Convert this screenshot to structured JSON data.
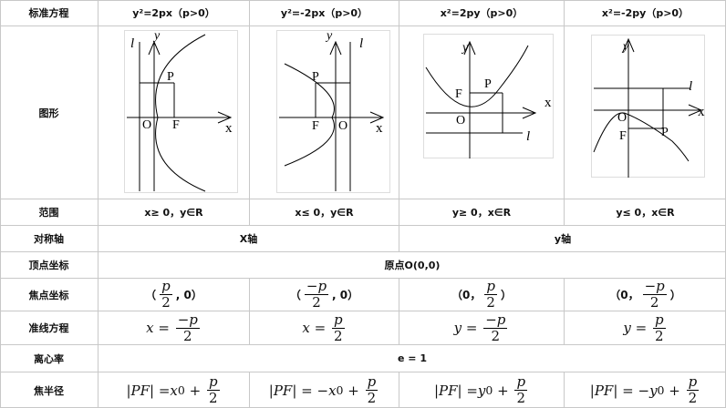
{
  "headers": {
    "c0": "标准方程",
    "c1": "y²=2px（p>0）",
    "c2": "y²=-2px（p>0）",
    "c3": "x²=2py（p>0）",
    "c4": "x²=-2py（p>0）"
  },
  "row_labels": {
    "figure": "图形",
    "range": "范围",
    "axis": "对称轴",
    "vertex": "顶点坐标",
    "focus": "焦点坐标",
    "directrix": "准线方程",
    "ecc": "离心率",
    "radius": "焦半径"
  },
  "range": [
    "x≥ 0，y∈R",
    "x≤ 0，y∈R",
    "y≥ 0，x∈R",
    "y≤ 0，x∈R"
  ],
  "axis": [
    "X轴",
    "y轴"
  ],
  "vertex": "原点O(0,0)",
  "ecc": "e = 1",
  "focus": [
    {
      "pre": "（",
      "num": "p",
      "den": "2",
      "post": ", 0）"
    },
    {
      "pre": "（",
      "num": "−p",
      "den": "2",
      "post": ", 0）"
    },
    {
      "pre": "（0，",
      "num": "p",
      "den": "2",
      "post": "）"
    },
    {
      "pre": "（0，",
      "num": "−p",
      "den": "2",
      "post": "）"
    }
  ],
  "directrix": [
    {
      "var": "x",
      "num": "−p",
      "den": "2"
    },
    {
      "var": "x",
      "num": "p",
      "den": "2"
    },
    {
      "var": "y",
      "num": "−p",
      "den": "2"
    },
    {
      "var": "y",
      "num": "p",
      "den": "2"
    }
  ],
  "radius": [
    {
      "lhs": "|PF| = ",
      "mid": "x",
      "sign": "",
      "num": "p",
      "den": "2"
    },
    {
      "lhs": "|PF| = −",
      "mid": "x",
      "sign": "",
      "num": "p",
      "den": "2"
    },
    {
      "lhs": "|PF| = ",
      "mid": "y",
      "sign": "",
      "num": "p",
      "den": "2"
    },
    {
      "lhs": "|PF| = −",
      "mid": "y",
      "sign": "",
      "num": "p",
      "den": "2"
    }
  ],
  "fig_labels": {
    "x": "x",
    "y": "y",
    "l": "l",
    "P": "P",
    "F": "F",
    "O": "O"
  }
}
